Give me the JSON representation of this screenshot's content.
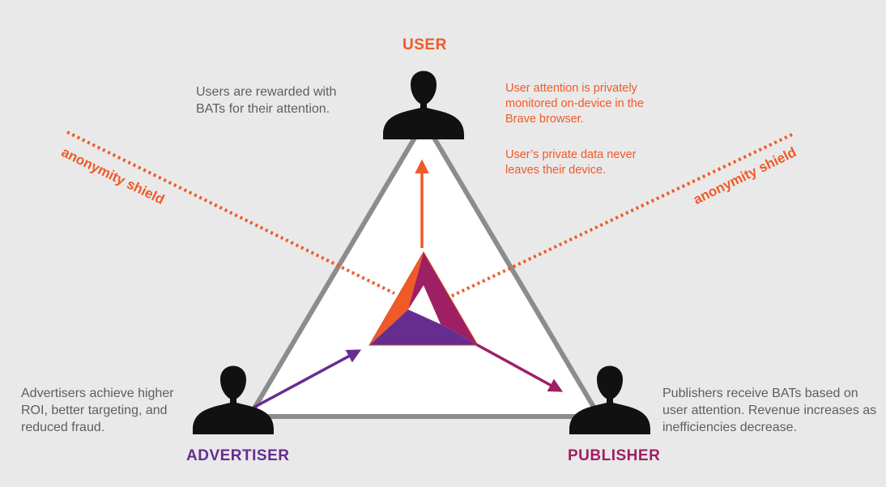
{
  "colors": {
    "background": "#e9e9e9",
    "triangle_fill": "#ffffff",
    "triangle_stroke": "#8c8c8c",
    "orange": "#f05a28",
    "purple": "#662d91",
    "magenta": "#9e1f63",
    "icon": "#111111",
    "grey_text": "#5e5e5e"
  },
  "nodes": {
    "user": {
      "label": "USER",
      "icon": "person-silhouette-icon",
      "description": "Users are rewarded with BATs for their attention.",
      "notes": [
        "User attention is privately monitored on-device in the Brave browser.",
        "User’s private data never leaves their device."
      ]
    },
    "advertiser": {
      "label": "ADVERTISER",
      "icon": "person-silhouette-icon",
      "description": "Advertisers achieve higher ROI, better targeting, and reduced fraud."
    },
    "publisher": {
      "label": "PUBLISHER",
      "icon": "person-silhouette-icon",
      "description": "Publishers receive BATs based on user attention. Revenue increases as inefficiencies decrease."
    }
  },
  "shields": {
    "left": "anonymity shield",
    "right": "anonymity shield"
  },
  "logo": "bat-logo-icon"
}
